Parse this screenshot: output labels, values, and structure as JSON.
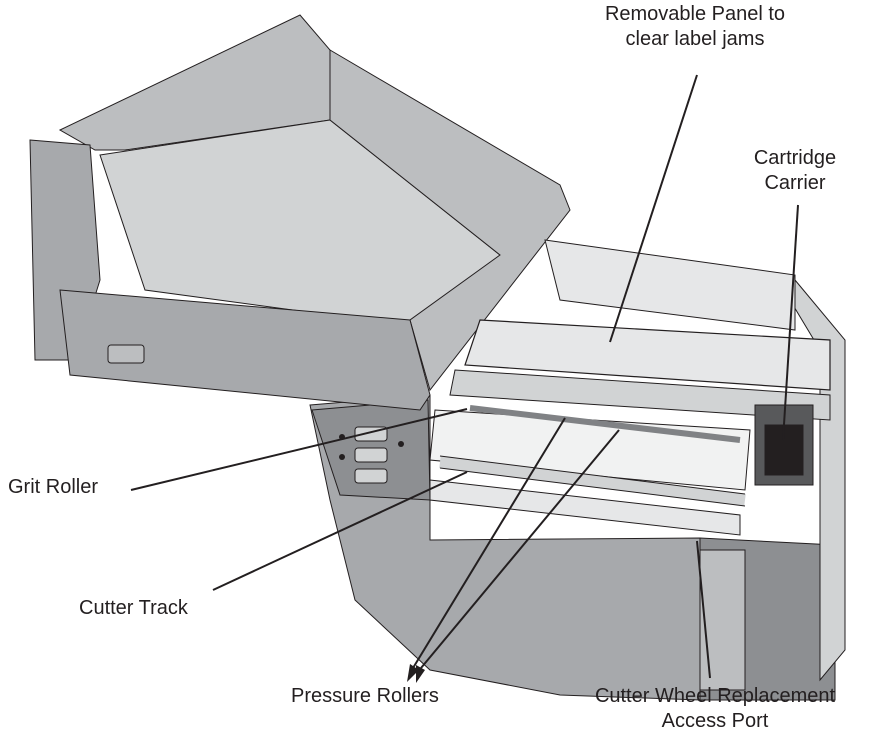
{
  "colors": {
    "line": "#231f20",
    "body_dark": "#8d8f92",
    "body_mid": "#b1b3b6",
    "body_light": "#d1d3d4",
    "body_lighter": "#e6e7e8",
    "panel_face": "#a7a9ac",
    "background": "#ffffff"
  },
  "callouts": {
    "removable_panel": {
      "line1": "Removable Panel to",
      "line2": "clear label jams"
    },
    "cartridge_carrier": {
      "line1": "Cartridge",
      "line2": "Carrier"
    },
    "grit_roller": {
      "text": "Grit Roller"
    },
    "cutter_track": {
      "text": "Cutter Track"
    },
    "pressure_rollers": {
      "text": "Pressure Rollers"
    },
    "cutter_wheel_port": {
      "line1": "Cutter Wheel Replacement",
      "line2": "Access Port"
    }
  }
}
